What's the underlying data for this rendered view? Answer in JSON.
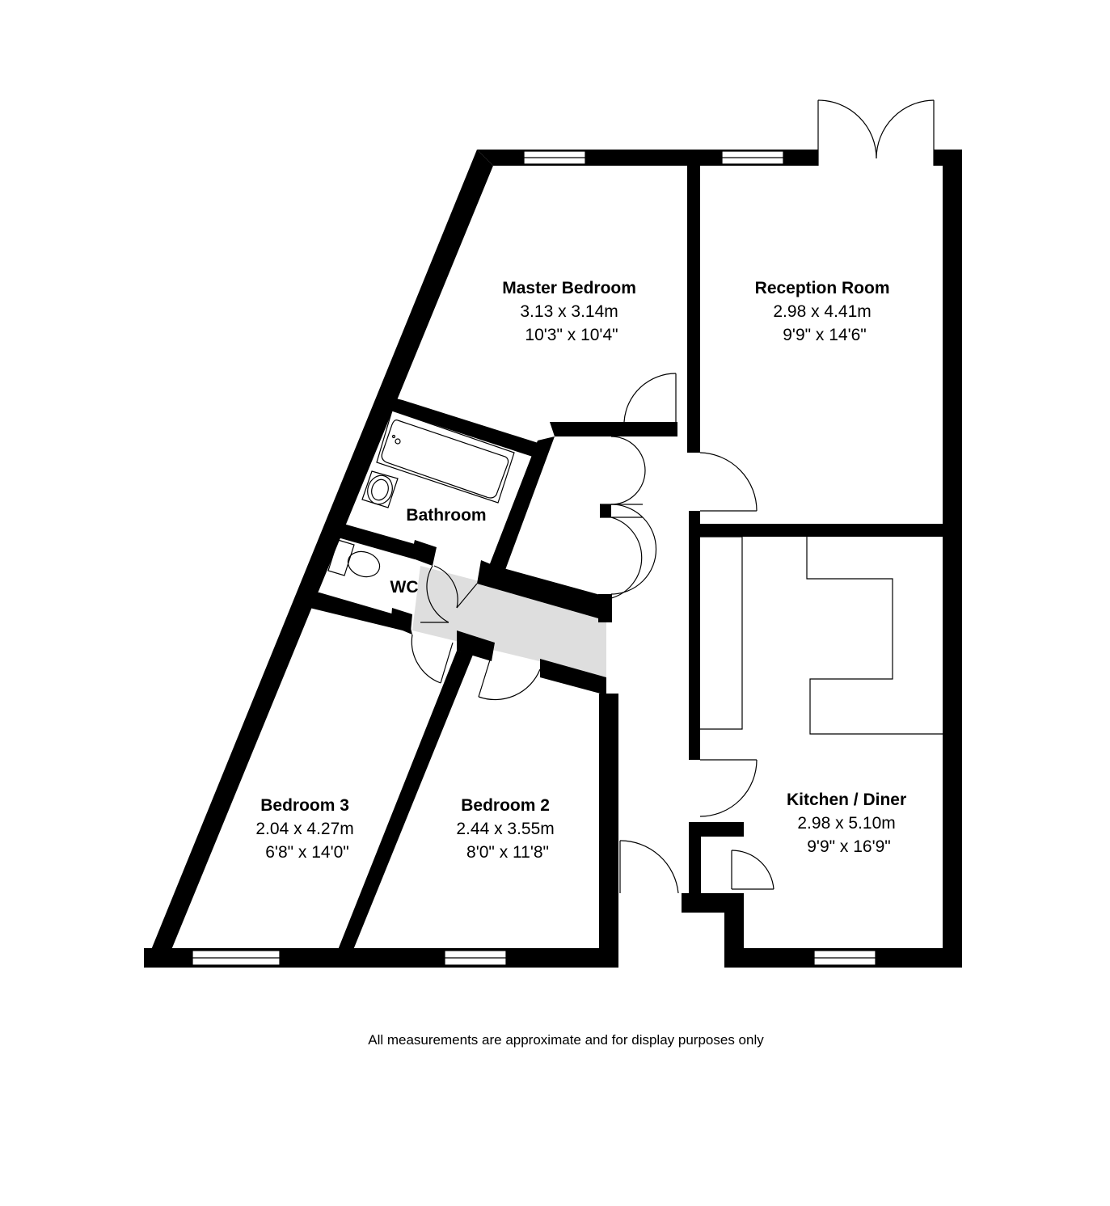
{
  "rooms": {
    "master_bedroom": {
      "name": "Master Bedroom",
      "metric": "3.13 x 3.14m",
      "imperial": "10'3\" x 10'4\""
    },
    "reception_room": {
      "name": "Reception Room",
      "metric": "2.98 x 4.41m",
      "imperial": "9'9\" x 14'6\""
    },
    "bathroom": {
      "name": "Bathroom"
    },
    "wc": {
      "name": "WC"
    },
    "bedroom_3": {
      "name": "Bedroom 3",
      "metric": "2.04 x 4.27m",
      "imperial": "6'8\" x 14'0\""
    },
    "bedroom_2": {
      "name": "Bedroom 2",
      "metric": "2.44 x 3.55m",
      "imperial": "8'0\" x 11'8\""
    },
    "kitchen_diner": {
      "name": "Kitchen / Diner",
      "metric": "2.98 x 5.10m",
      "imperial": "9'9\" x 16'9\""
    }
  },
  "disclaimer": "All measurements are approximate and for display purposes only",
  "colors": {
    "wall": "#000000",
    "background": "#ffffff",
    "landing_fill": "#dedede"
  }
}
